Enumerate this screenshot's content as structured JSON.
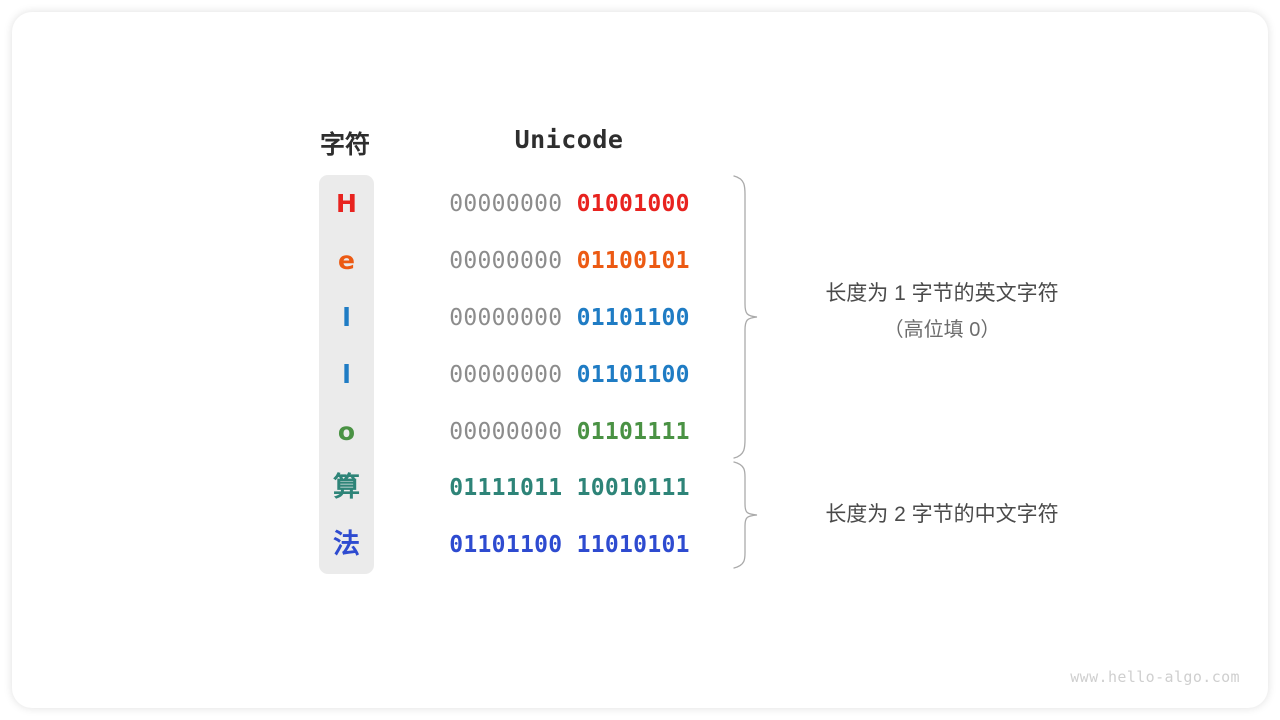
{
  "headers": {
    "char": "字符",
    "unicode": "Unicode"
  },
  "colors": {
    "red": "#e8231f",
    "orange": "#ec5a13",
    "blue": "#1f7cc4",
    "green": "#4a9244",
    "teal": "#2e8478",
    "royal_blue": "#2e4bd0",
    "gray_bits": "#8c8c8c",
    "strip_bg": "#ebebeb",
    "brace": "#aaaaaa",
    "text": "#4a4a4a",
    "watermark": "#cfcfcf"
  },
  "rows": [
    {
      "char": "H",
      "high_byte": "00000000",
      "low_byte": "01001000",
      "color": "#e8231f",
      "high_gray": true,
      "cjk": false
    },
    {
      "char": "e",
      "high_byte": "00000000",
      "low_byte": "01100101",
      "color": "#ec5a13",
      "high_gray": true,
      "cjk": false
    },
    {
      "char": "l",
      "high_byte": "00000000",
      "low_byte": "01101100",
      "color": "#1f7cc4",
      "high_gray": true,
      "cjk": false
    },
    {
      "char": "l",
      "high_byte": "00000000",
      "low_byte": "01101100",
      "color": "#1f7cc4",
      "high_gray": true,
      "cjk": false
    },
    {
      "char": "o",
      "high_byte": "00000000",
      "low_byte": "01101111",
      "color": "#4a9244",
      "high_gray": true,
      "cjk": false
    },
    {
      "char": "算",
      "high_byte": "01111011",
      "low_byte": "10010111",
      "color": "#2e8478",
      "high_gray": false,
      "cjk": true
    },
    {
      "char": "法",
      "high_byte": "01101100",
      "low_byte": "11010101",
      "color": "#2e4bd0",
      "high_gray": false,
      "cjk": true
    }
  ],
  "annotations": {
    "group1_line1": "长度为 1 字节的英文字符",
    "group1_line2": "（高位填 0）",
    "group2_line1": "长度为 2 字节的中文字符"
  },
  "watermark": "www.hello-algo.com"
}
